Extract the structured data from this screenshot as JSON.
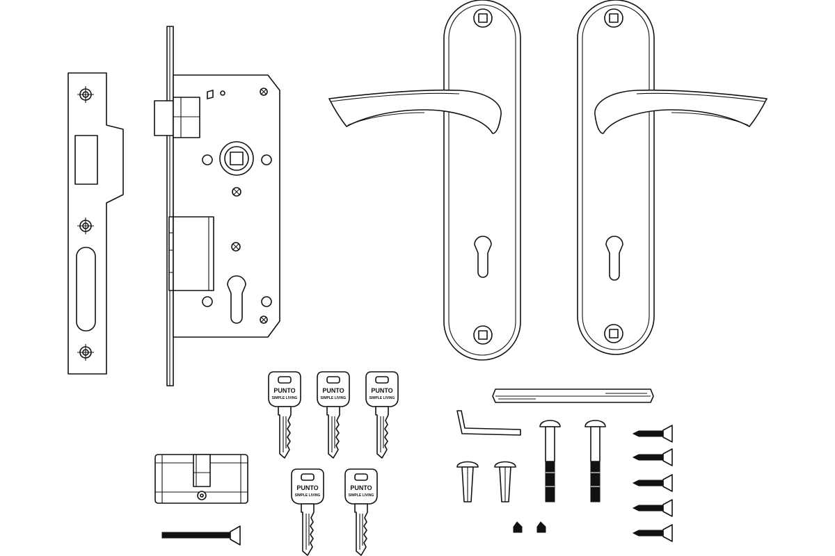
{
  "image": {
    "kind": "technical line drawing of a mortise lock set with lever handles, keys and fixings",
    "background_color": "#ffffff",
    "line_color": "#111111"
  },
  "keys": {
    "count": 5,
    "brand_text": "PUNTO",
    "slogan_text": "SIMPLE LIVING"
  },
  "parts": [
    "strike-plate",
    "mortise-lock-body",
    "handle-plate-left",
    "handle-plate-right",
    "euro-cylinder",
    "long-screw",
    "key",
    "spindle",
    "allen-key",
    "bolt-sleeves",
    "through-bolts",
    "grub-screws",
    "wood-screws"
  ]
}
